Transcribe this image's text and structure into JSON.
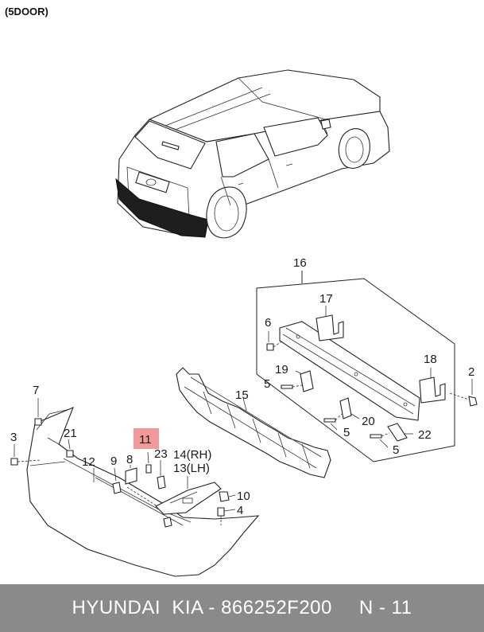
{
  "header": {
    "variant_label": "(5DOOR)"
  },
  "highlight_color": "#f29a9a",
  "callouts": [
    {
      "id": "c16",
      "text": "16"
    },
    {
      "id": "c17",
      "text": "17"
    },
    {
      "id": "c6",
      "text": "6"
    },
    {
      "id": "c18",
      "text": "18"
    },
    {
      "id": "c2",
      "text": "2"
    },
    {
      "id": "c19",
      "text": "19"
    },
    {
      "id": "c5a",
      "text": "5"
    },
    {
      "id": "c15",
      "text": "15"
    },
    {
      "id": "c20",
      "text": "20"
    },
    {
      "id": "c5b",
      "text": "5"
    },
    {
      "id": "c22",
      "text": "22"
    },
    {
      "id": "c5c",
      "text": "5"
    },
    {
      "id": "c7",
      "text": "7"
    },
    {
      "id": "c3",
      "text": "3"
    },
    {
      "id": "c21",
      "text": "21"
    },
    {
      "id": "c11",
      "text": "11"
    },
    {
      "id": "c8",
      "text": "8"
    },
    {
      "id": "c9",
      "text": "9"
    },
    {
      "id": "c12",
      "text": "12"
    },
    {
      "id": "c23",
      "text": "23"
    },
    {
      "id": "c14",
      "text": "14(RH)"
    },
    {
      "id": "c13",
      "text": "13(LH)"
    },
    {
      "id": "c10",
      "text": "10"
    },
    {
      "id": "c4",
      "text": "4"
    }
  ],
  "footer": {
    "brand": "HYUNDAI  KIA - 866252F200",
    "page": "N - 11"
  }
}
